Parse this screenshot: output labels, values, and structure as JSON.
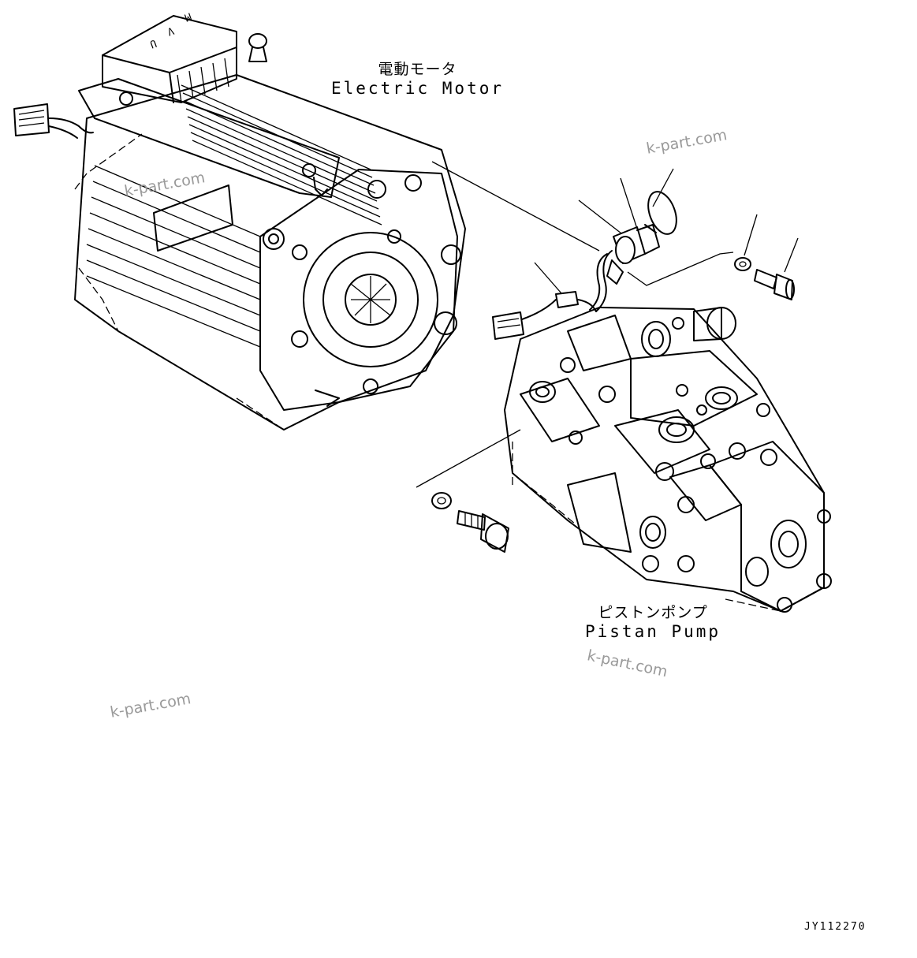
{
  "labels": {
    "motor_jp": "電動モータ",
    "motor_en": "Electric Motor",
    "pump_jp": "ピストンポンプ",
    "pump_en": "Pistan Pump"
  },
  "watermarks": [
    "k-part.com",
    "k-part.com",
    "k-part.com",
    "k-part.com"
  ],
  "drawing_code": "JY112270",
  "motor_lid_letters": [
    "M",
    "V",
    "U"
  ]
}
